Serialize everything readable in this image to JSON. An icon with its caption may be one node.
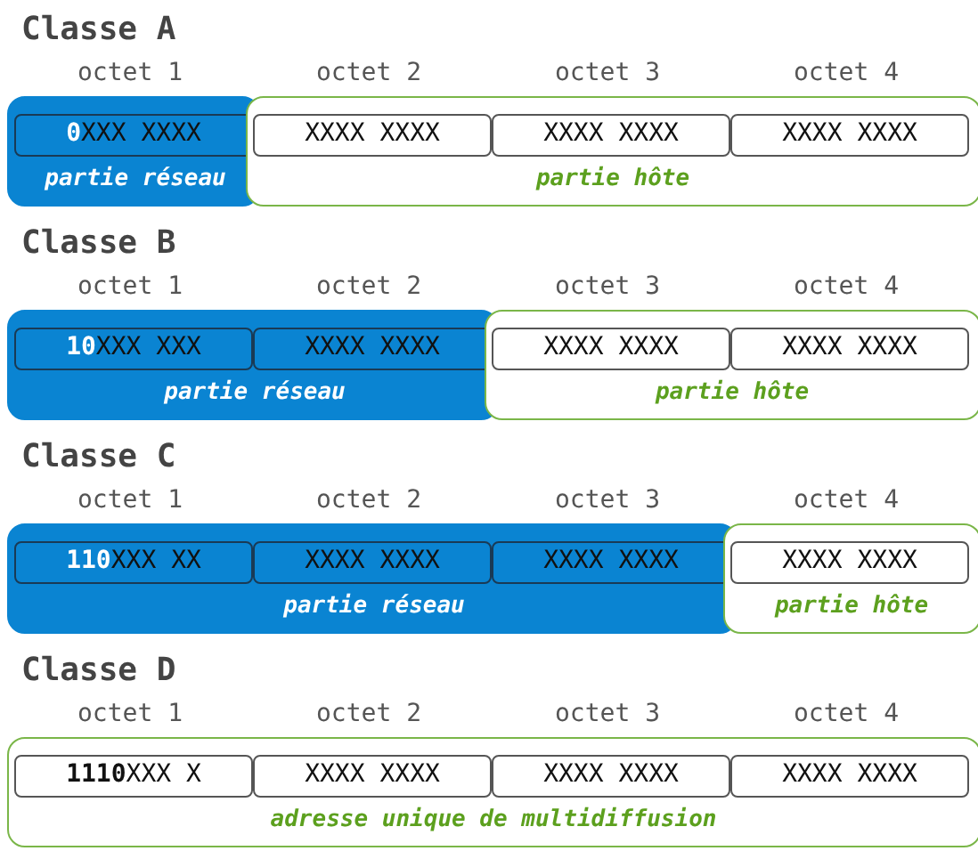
{
  "diagram": {
    "nodes": [
      {
        "text": [
          "partie réseau"
        ]
      },
      {
        "text": [
          "**0**XXX XXXX"
        ],
        "in": 0
      },
      {
        "text": [
          "partie hôte"
        ]
      },
      {
        "text": [
          "XXXX XXXX"
        ],
        "in": 2
      },
      {
        "text": [
          "XXXX XXXX"
        ],
        "in": 2
      },
      {
        "text": [
          "XXXX XXXX"
        ],
        "in": 2
      },
      {
        "text": [
          "partie réseau"
        ]
      },
      {
        "text": [
          "**10**XXX XXX"
        ],
        "in": 6
      },
      {
        "text": [
          "XXXX XXXX"
        ],
        "in": 6
      },
      {
        "text": [
          "partie hôte"
        ]
      },
      {
        "text": [
          "XXXX XXXX"
        ],
        "in": 9
      },
      {
        "text": [
          "XXXX XXXX"
        ],
        "in": 9
      },
      {
        "text": [
          "partie réseau"
        ]
      },
      {
        "text": [
          "**110**XXX XX"
        ],
        "in": 12
      },
      {
        "text": [
          "XXXX XXXX"
        ],
        "in": 12
      },
      {
        "text": [
          "XXXX XXXX"
        ],
        "in": 12
      },
      {
        "text": [
          "partie hôte"
        ]
      },
      {
        "text": [
          "XXXX XXXX"
        ],
        "in": 16
      },
      {
        "text": [
          "adresse unique de multidiffusion"
        ]
      },
      {
        "text": [
          "**1110**XXX X"
        ],
        "in": 18
      },
      {
        "text": [
          "XXXX XXXX"
        ],
        "in": 18
      },
      {
        "text": [
          "XXXX XXXX"
        ],
        "in": 18
      },
      {
        "text": [
          "XXXX XXXX"
        ],
        "in": 18
      }
    ],
    "edges": [],
    "labels": [
      "Classe A",
      "octet 1",
      "octet 2",
      "octet 3",
      "octet 4",
      "Classe B",
      "octet 1",
      "octet 2",
      "octet 3",
      "octet 4",
      "Classe C",
      "octet 1",
      "octet 2",
      "octet 3",
      "octet 4",
      "Classe D",
      "octet 1",
      "octet 2",
      "octet 3",
      "octet 4"
    ]
  }
}
